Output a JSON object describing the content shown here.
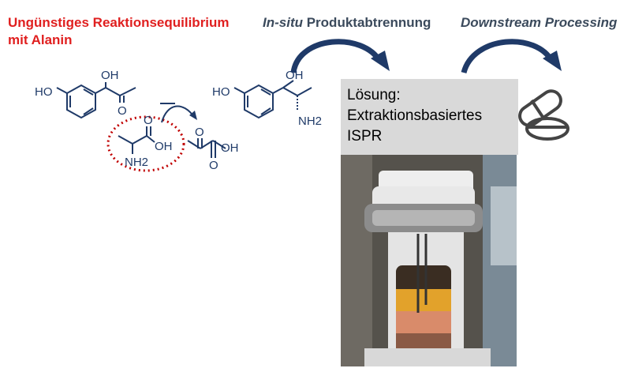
{
  "problem": {
    "line1": "Ungünstiges Reaktionsequilibrium",
    "line2": "mit Alanin",
    "color": "#e01f1f"
  },
  "headers": {
    "insitu_italic": "In-situ",
    "insitu_rest": " Produktabtrennung",
    "downstream": "Downstream Processing",
    "color": "#3b4a5c"
  },
  "chem": {
    "ho_left": "HO",
    "oh_left": "OH",
    "o_ketone": "O",
    "o_alanine": "O",
    "oh_alanine": "OH",
    "nh2_alanine": "NH2",
    "o_pyruvate1": "O",
    "o_pyruvate2": "O",
    "oh_pyruvate": "OH",
    "ho_right": "HO",
    "oh_right": "OH",
    "nh2_right": "NH2",
    "color": "#1f3a68"
  },
  "solution": {
    "line1": "Lösung:",
    "line2": "Extraktionsbasiertes",
    "line3": "ISPR"
  },
  "icons": {
    "pill": "pill-capsule-icon",
    "arrow": "curved-arrow-icon"
  }
}
